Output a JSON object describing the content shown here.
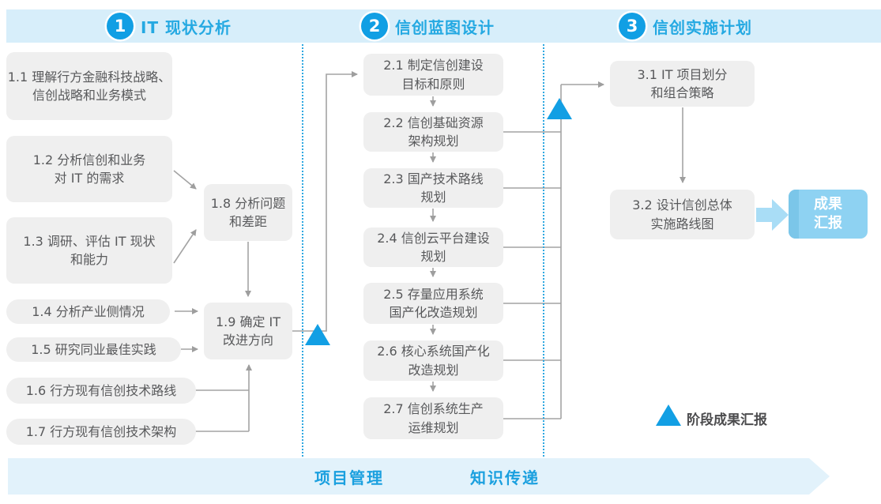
{
  "phases": [
    {
      "number": "1",
      "title": "IT 现状分析"
    },
    {
      "number": "2",
      "title": "信创蓝图设计"
    },
    {
      "number": "3",
      "title": "信创实施计划"
    }
  ],
  "steps": {
    "p1": [
      {
        "id": "1.1",
        "label": "1.1 理解行方金融科技战略、\n信创战略和业务模式"
      },
      {
        "id": "1.2",
        "label": "1.2 分析信创和业务\n对 IT 的需求"
      },
      {
        "id": "1.3",
        "label": "1.3 调研、评估 IT 现状\n和能力"
      },
      {
        "id": "1.4",
        "label": "1.4 分析产业侧情况"
      },
      {
        "id": "1.5",
        "label": "1.5 研究同业最佳实践"
      },
      {
        "id": "1.6",
        "label": "1.6 行方现有信创技术路线"
      },
      {
        "id": "1.7",
        "label": "1.7 行方现有信创技术架构"
      },
      {
        "id": "1.8",
        "label": "1.8 分析问题\n和差距"
      },
      {
        "id": "1.9",
        "label": "1.9 确定 IT\n改进方向"
      }
    ],
    "p2": [
      {
        "id": "2.1",
        "label": "2.1 制定信创建设\n目标和原则"
      },
      {
        "id": "2.2",
        "label": "2.2 信创基础资源\n架构规划"
      },
      {
        "id": "2.3",
        "label": "2.3 国产技术路线\n规划"
      },
      {
        "id": "2.4",
        "label": "2.4 信创云平台建设\n规划"
      },
      {
        "id": "2.5",
        "label": "2.5 存量应用系统\n国产化改造规划"
      },
      {
        "id": "2.6",
        "label": "2.6 核心系统国产化\n改造规划"
      },
      {
        "id": "2.7",
        "label": "2.7 信创系统生产\n运维规划"
      }
    ],
    "p3": [
      {
        "id": "3.1",
        "label": "3.1 IT 项目划分\n和组合策略"
      },
      {
        "id": "3.2",
        "label": "3.2 设计信创总体\n实施路线图"
      }
    ]
  },
  "deliverable": {
    "label": "成果\n汇报"
  },
  "legend": {
    "label": "阶段成果汇报"
  },
  "footer": {
    "left_label": "项目管理",
    "right_label": "知识传递"
  },
  "colors": {
    "accent_blue": "#119FE4",
    "title_blue": "#25A9E2",
    "banner_bg": "#D7EEFA",
    "footer_bg": "#E2F2FB",
    "box_bg": "#EFEFEF",
    "box_text": "#58595B",
    "line_gray": "#9E9E9E",
    "deliverable_bg": "#8ED2F2",
    "deliverable_stripe": "#7BC6E9",
    "dotted_separator": "#2FA8E1"
  }
}
